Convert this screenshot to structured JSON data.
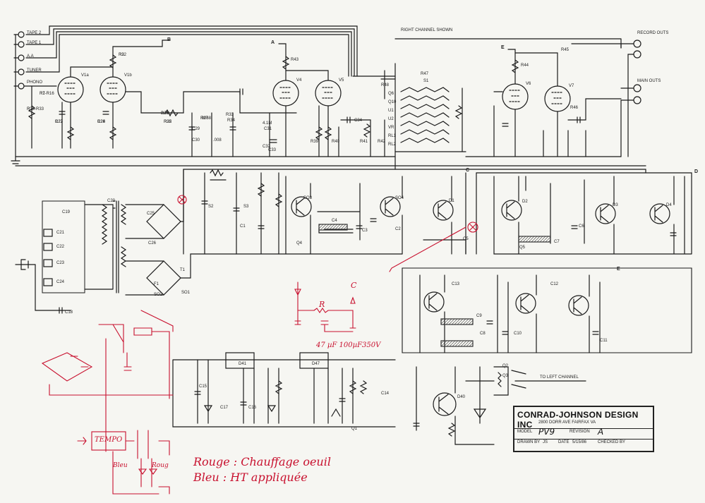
{
  "inputs": [
    "TAPE 2",
    "TAPE 1",
    "A.A",
    "TUNER",
    "PHONO"
  ],
  "channel_note": "RIGHT CHANNEL SHOWN",
  "outputs": [
    "RECORD OUTS",
    "MAIN OUTS"
  ],
  "tube_labels": [
    "V1a",
    "V1b",
    "V4",
    "V5",
    "V6",
    "V7"
  ],
  "node_labels": [
    "B",
    "A",
    "E",
    "C",
    "D",
    "E"
  ],
  "component_labels": [
    "R1",
    "R2",
    "R3",
    "C27",
    "C28",
    "R32",
    "2.7K",
    ".0068",
    "C29",
    "C30",
    ".008",
    "R33",
    "R34",
    "4.1M",
    "C31",
    "C32",
    "C33",
    "C34",
    "R39",
    "R40",
    "R41",
    "R42",
    "R43",
    "R44",
    "R45",
    "R46",
    "R47",
    "R48",
    "S1",
    "S2",
    "S3",
    "C1",
    "C2",
    "C3",
    "C4",
    "C5",
    "C6",
    "C7",
    "C8",
    "C9",
    "C10",
    "C11",
    "C12",
    "C13",
    "C14",
    "C15",
    "C16",
    "C17",
    "C18",
    "C19",
    "C20",
    "C21",
    "C22",
    "C23",
    "C24",
    "C25",
    "C26",
    "F1",
    "T1",
    "SO1",
    "SO2",
    "SO3",
    "SO4",
    "D1",
    "D2",
    "D3",
    "D4",
    "D40",
    "D41",
    "D47",
    "Q1",
    "Q2",
    "Q3",
    "Q4",
    "Q5",
    "Q6",
    "Q10",
    "U1",
    "U2",
    "VR",
    "RL1",
    "RL2",
    "R7-R16",
    "R26-R33",
    "R22",
    "R23",
    "R24",
    "R25",
    "R26",
    "R27"
  ],
  "output_note": "TO LEFT CHANNEL",
  "title_block": {
    "company": "CONRAD-JOHNSON DESIGN INC",
    "address": "2800 DORR AVE FAIRFAX VA",
    "model_label": "MODEL",
    "model": "PV9",
    "revision_label": "REVISION",
    "revision": "A",
    "drawn_label": "DRAWN BY",
    "drawn": "JS",
    "date_label": "DATE",
    "date": "5/15/86",
    "checked_label": "CHECKED BY"
  },
  "annotations": {
    "mod_cap": "47 µF 100µF350V",
    "mod_r": "R",
    "mod_c": "C",
    "legend_rouge": "Rouge : Chauffage oeuil",
    "legend_bleu": "Bleu : HT appliquée",
    "relay_box": "TEMPO",
    "wire_bleu": "Bleu",
    "wire_rouge": "Roug"
  },
  "colors": {
    "ink": "#1a1a1a",
    "pen": "#c8102e",
    "paper": "#f6f6f2"
  }
}
